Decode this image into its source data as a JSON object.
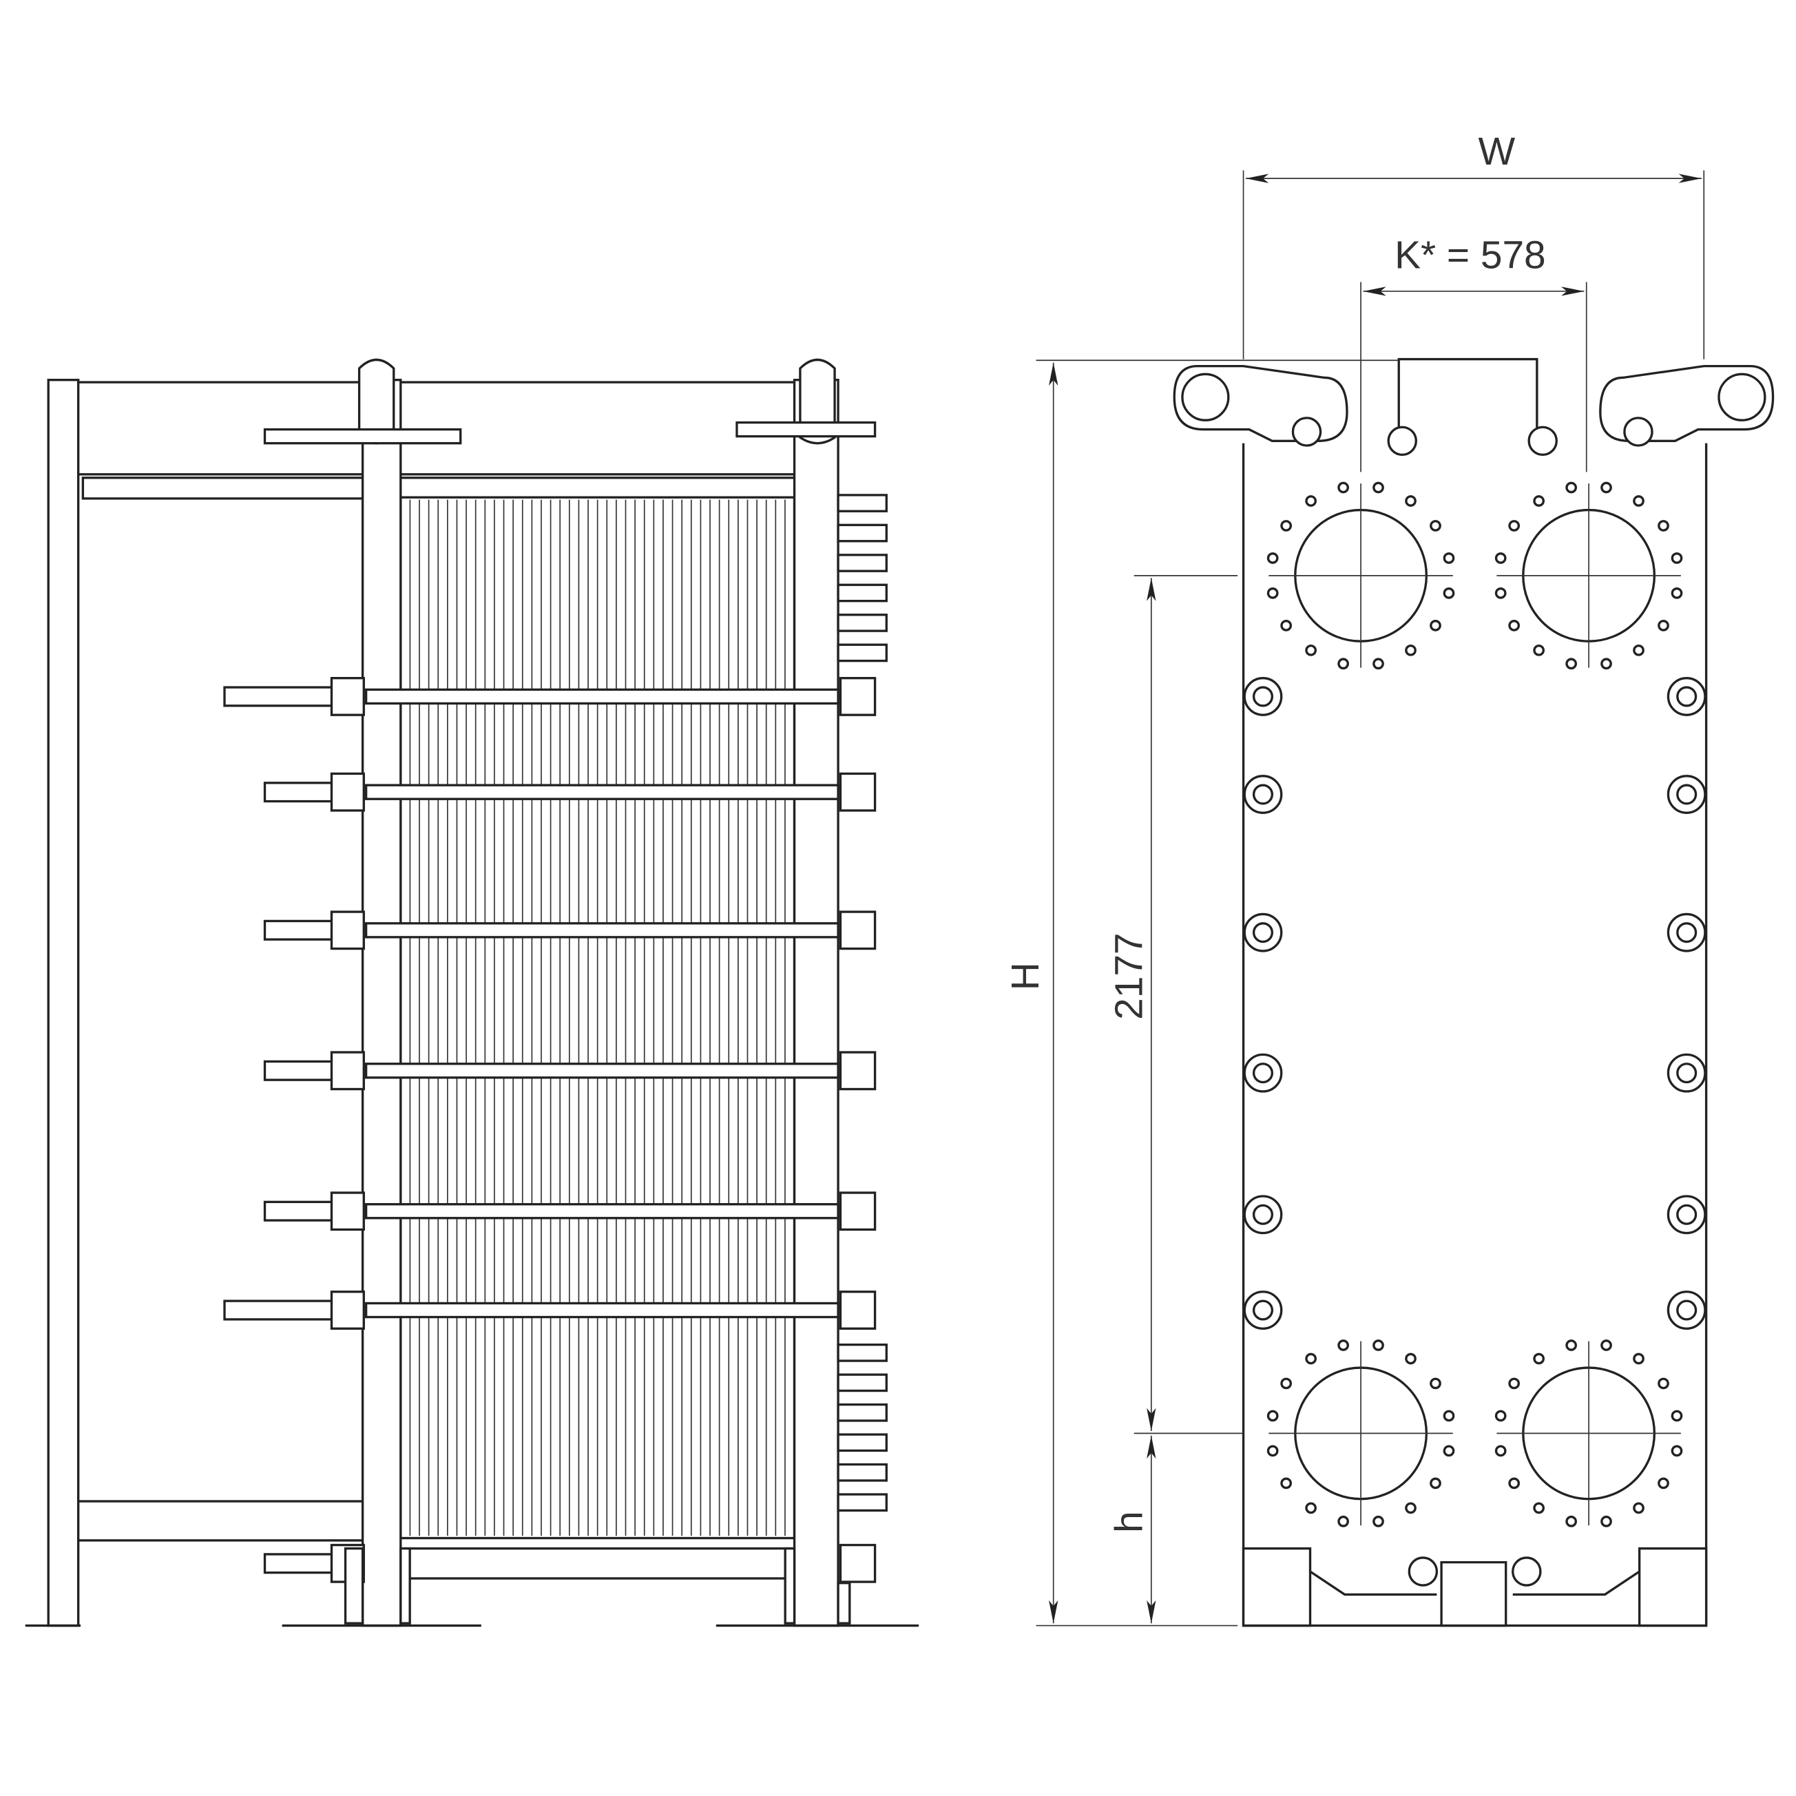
{
  "drawing": {
    "title": "Plate heat exchanger dimensional drawing",
    "dimensions": {
      "width_label": "W",
      "k_label": "K* = 578",
      "height_label": "H",
      "port_distance_label": "2177",
      "port_height_label": "h"
    },
    "side_view": {
      "tie_rod_count": 6,
      "plate_count": 42,
      "nozzle_count_top": 6,
      "nozzle_count_bottom": 6
    },
    "front_view": {
      "port_count": 4,
      "side_bolt_count_per_side": 6,
      "flange_holes_per_port": 16
    }
  }
}
